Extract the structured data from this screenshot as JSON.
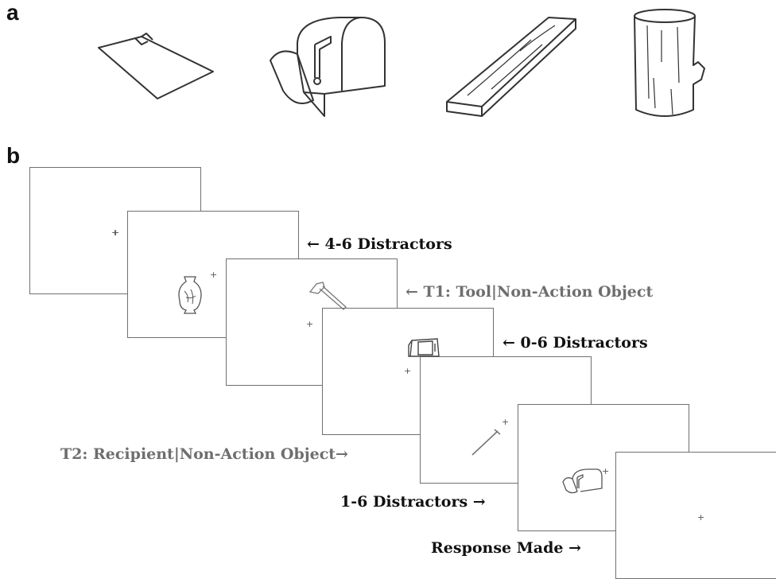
{
  "panels": {
    "a_label": "a",
    "b_label": "b"
  },
  "frames": {
    "fixation_symbol": "+"
  },
  "labels": {
    "distractors_1": "← 4-6 Distractors",
    "t1": "← T1: Tool|Non-Action Object",
    "distractors_2": "← 0-6 Distractors",
    "t2": "T2: Recipient|Non-Action Object→",
    "distractors_3": "1-6 Distractors →",
    "response": "Response Made →"
  },
  "colors": {
    "stroke": "#333333",
    "frame_border": "#707070",
    "grey_label": "#6e6e6e",
    "dark_label": "#111111"
  }
}
